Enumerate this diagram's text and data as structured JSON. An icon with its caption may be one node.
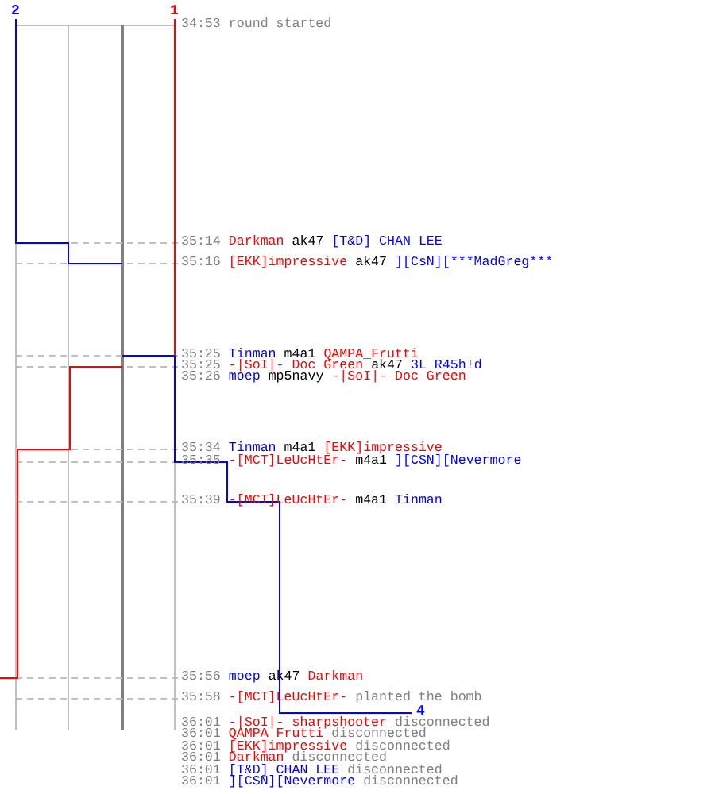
{
  "diagram": {
    "labels": [
      "2",
      "1",
      "34:53",
      "round started",
      "35:14",
      "Darkman",
      "ak47",
      "[T&D] CHAN LEE",
      "35:16",
      "[EKK]impressive",
      "ak47",
      "][CsN][***MadGreg***",
      "35:25",
      "Tinman",
      "m4a1",
      "QAMPA_Frutti",
      "35:25",
      "-|SoI|- Doc Green",
      "ak47",
      "3L R45h!d",
      "35:26",
      "moep",
      "mp5navy",
      "-|SoI|- Doc Green",
      "35:34",
      "Tinman",
      "m4a1",
      "[EKK]impressive",
      "35:35",
      "-[MCT]LeUcHtEr-",
      "m4a1",
      "][CSN][Nevermore",
      "35:39",
      "-[MCT]LeUcHtEr-",
      "m4a1",
      "Tinman",
      "35:56",
      "moep",
      "ak47",
      "Darkman",
      "35:58",
      "-[MCT]LeUcHtEr-",
      "planted the bomb",
      "36:01",
      "-|SoI|- sharpshooter",
      "disconnected",
      "36:01",
      "QAMPA_Frutti",
      "disconnected",
      "36:01",
      "[EKK]impressive",
      "disconnected",
      "36:01",
      "Darkman",
      "disconnected",
      "36:01",
      "[T&D] CHAN LEE",
      "disconnected",
      "36:01",
      "][CSN][Nevermore",
      "disconnected",
      "4"
    ]
  }
}
